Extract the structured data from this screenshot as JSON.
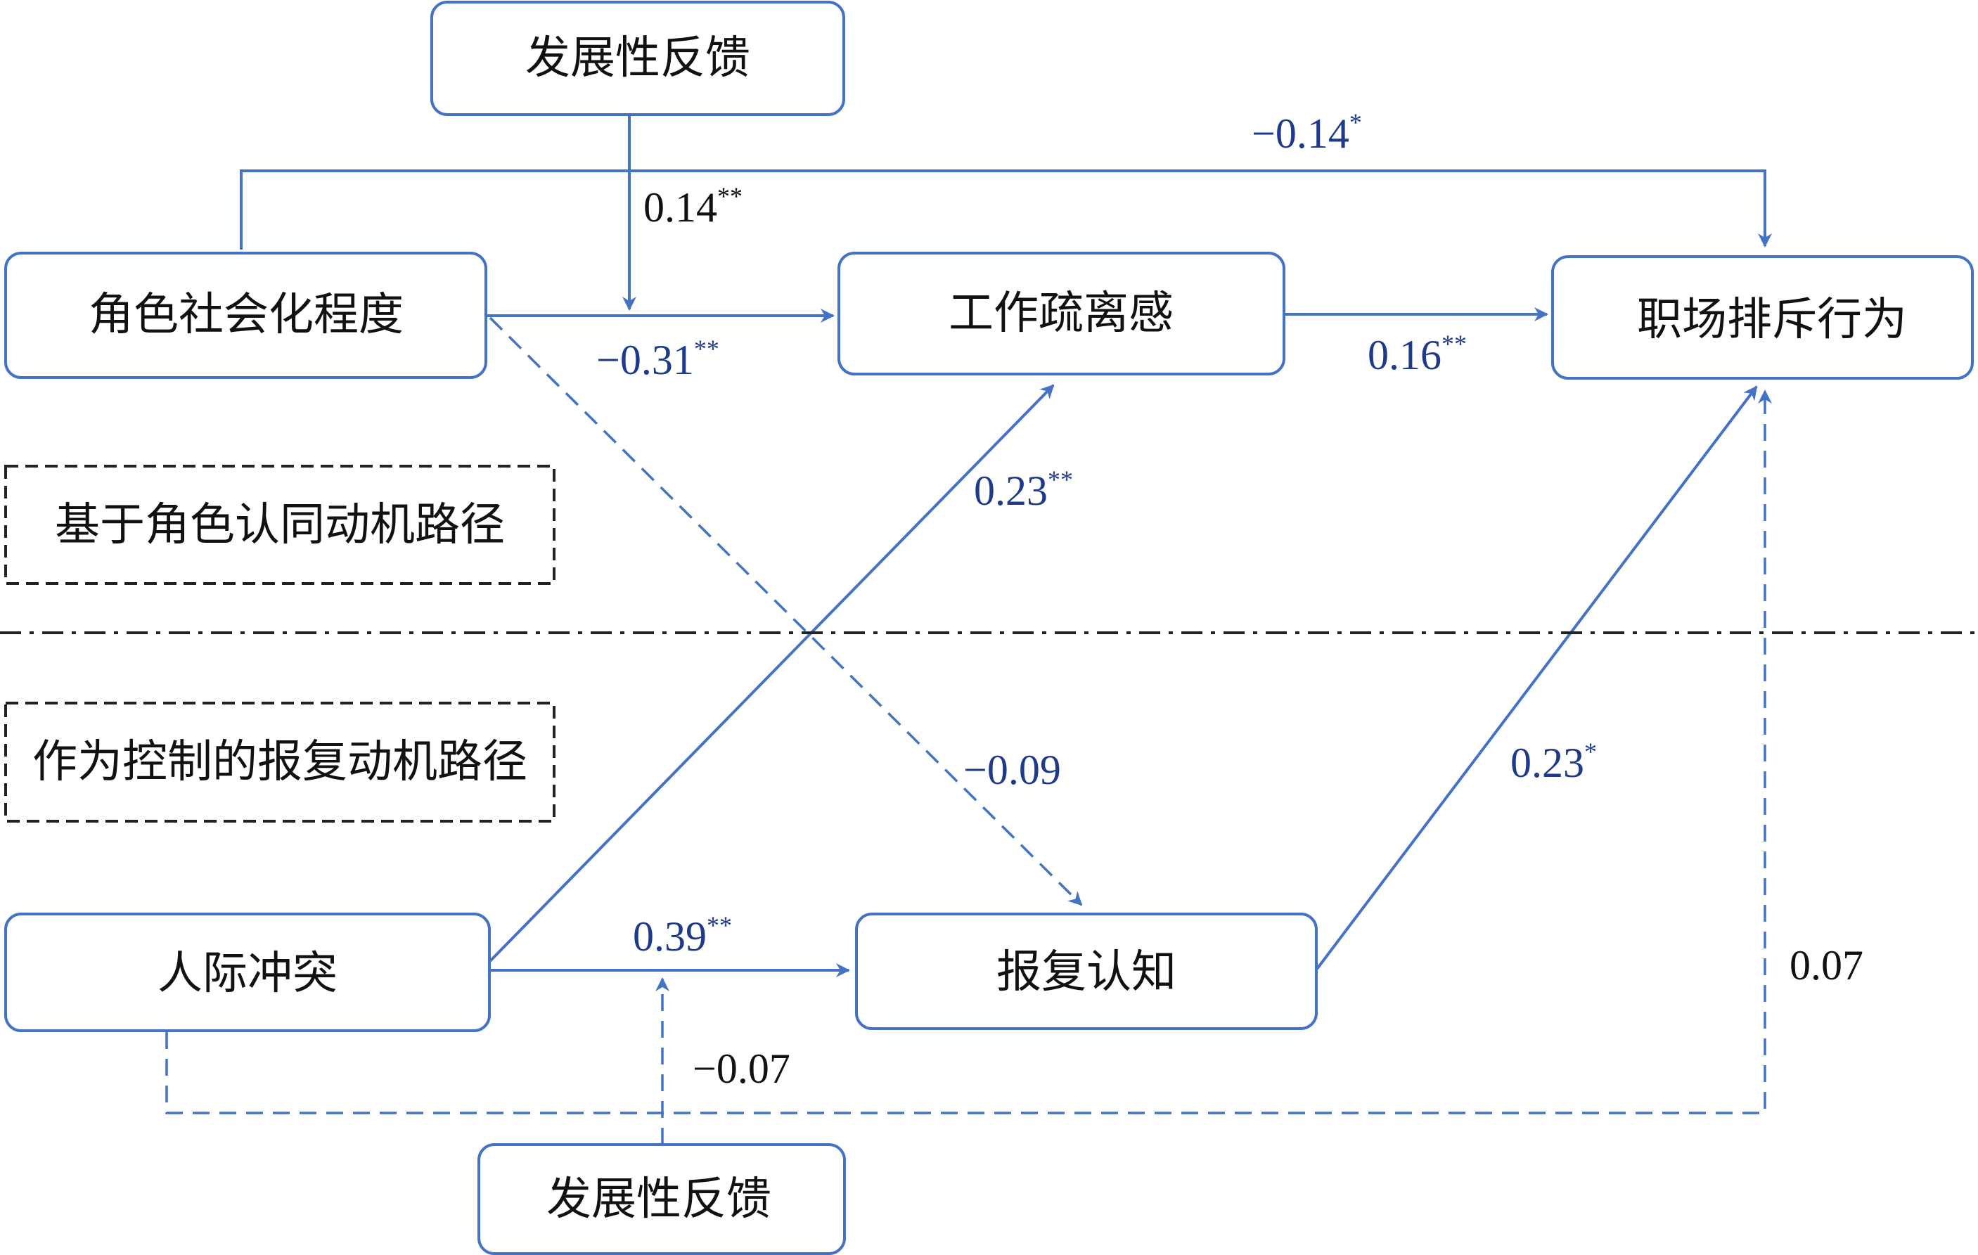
{
  "nodes": {
    "dev_feedback_top": "发展性反馈",
    "role_socialization": "角色社会化程度",
    "work_alienation": "工作疏离感",
    "workplace_exclusion": "职场排斥行为",
    "interpersonal_conflict": "人际冲突",
    "revenge_cognition": "报复认知",
    "dev_feedback_bottom": "发展性反馈"
  },
  "path_labels": {
    "upper": "基于角色认同动机路径",
    "lower": "作为控制的报复动机路径"
  },
  "coefficients": {
    "role_to_exclusion": {
      "value": "−0.14",
      "sig": "*"
    },
    "moderation_top": {
      "value": "0.14",
      "sig": "**"
    },
    "role_to_alienation": {
      "value": "−0.31",
      "sig": "**"
    },
    "alienation_to_exclusion": {
      "value": "0.16",
      "sig": "**"
    },
    "conflict_to_alienation": {
      "value": "0.23",
      "sig": "**"
    },
    "role_to_revenge": {
      "value": "−0.09",
      "sig": ""
    },
    "revenge_to_exclusion": {
      "value": "0.23",
      "sig": "*"
    },
    "conflict_to_revenge": {
      "value": "0.39",
      "sig": "**"
    },
    "conflict_to_exclusion": {
      "value": "0.07",
      "sig": ""
    },
    "moderation_bottom": {
      "value": "−0.07",
      "sig": ""
    }
  },
  "colors": {
    "stroke": "#4472c4",
    "coef_blue": "#1f3a8a",
    "text": "#111111",
    "divider": "#222222"
  }
}
